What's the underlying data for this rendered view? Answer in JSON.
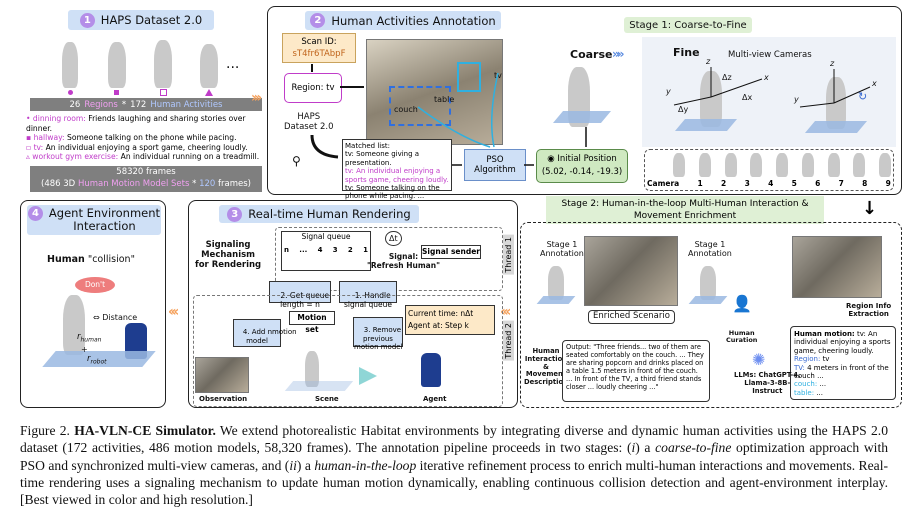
{
  "panel1": {
    "number": "1",
    "title": "HAPS Dataset 2.0",
    "ellipsis": "...",
    "regions_count": "26",
    "regions_label": "Regions",
    "times": "*",
    "activities_count": "172",
    "activities_label": "Human Activities",
    "items": [
      {
        "region": "dinning room:",
        "text": "Friends laughing and sharing stories over dinner.",
        "color": "#c03cc9"
      },
      {
        "region": "hallway:",
        "text": "Someone talking on the phone while pacing.",
        "color": "#c03cc9"
      },
      {
        "region": "tv:",
        "text": "An individual enjoying a sport game, cheering loudly.",
        "color": "#c03cc9"
      },
      {
        "region": "workout gym exercise:",
        "text": "An individual running on a treadmill.",
        "color": "#c03cc9"
      }
    ],
    "footer_line1": "58320 frames",
    "footer_line2_a": "(486 3D",
    "footer_line2_b": "Human Motion Model Sets",
    "footer_line2_c": "*",
    "footer_line2_d": "120",
    "footer_line2_e": "frames)"
  },
  "panel2": {
    "number": "2",
    "title": "Human Activities Annotation",
    "scan_id_label": "Scan ID:",
    "scan_id": "sT4fr6TAbpF",
    "region": "Region: tv",
    "haps": "HAPS\nDataset 2.0",
    "scene_labels": {
      "table": "table",
      "couch": "couch",
      "tv": "tv"
    },
    "matched_title": "Matched list:",
    "matched": [
      "tv: Someone giving a presentation.",
      "tv: An individual enjoying a sports game, cheering loudly.",
      "tv: Someone talking on the phone while pacing. ..."
    ],
    "pso": "PSO\nAlgorithm",
    "initial_label": "Initial Position",
    "initial_value": "(5.02, -0.14, -19.3)",
    "coarse": "Coarse",
    "stage1_title": "Stage 1: Coarse-to-Fine",
    "fine": "Fine",
    "multiview": "Multi-view Cameras",
    "axes": {
      "z": "z",
      "x": "x",
      "y": "y",
      "dz": "Δz",
      "dx": "Δx",
      "dy": "Δy"
    },
    "camera_label": "Camera",
    "cameras": [
      "1",
      "2",
      "3",
      "4",
      "5",
      "6",
      "7",
      "8",
      "9"
    ]
  },
  "stage2": {
    "title_line1": "Stage 2: Human-in-the-loop Multi-Human Interaction &",
    "title_line2": "Movement Enrichment",
    "stage1_ann": "Stage 1\nAnnotation",
    "enriched": "Enriched Scenario",
    "region_info": "Region Info\nExtraction",
    "human_curation": "Human\nCuration",
    "llms": "LLMs: ChatGPT-4,\nLlama-3-8B-\nInstruct",
    "hid": "Human\nInteraction\n&\nMovement\nDescription",
    "output_label": "Output:",
    "output_text": "\"Three friends... two of them are seated comfortably on the couch. ... They are sharing popcorn and drinks placed on a table 1.5 meters in front of the couch. ... In front of the TV, a third friend stands closer ... loudly cheering ...\"",
    "info_motion_label": "Human motion:",
    "info_motion_text": "tv: An individual enjoying a sports game, cheering loudly.",
    "info_region_label": "Region:",
    "info_region_text": "tv",
    "info_tv": "TV:",
    "info_tv_text": "4 meters in front of the couch ...",
    "info_couch": "couch:",
    "info_couch_text": "...",
    "info_table": "table:",
    "info_table_text": "..."
  },
  "panel3": {
    "number": "3",
    "title": "Real-time Human Rendering",
    "signaling": "Signaling\nMechanism\nfor Rendering",
    "signal_queue": "Signal queue",
    "queue_items": [
      "n",
      "...",
      "4",
      "3",
      "2",
      "1"
    ],
    "delta_t": "Δt",
    "signal_text": "Signal:\n\"Refresh Human\"",
    "signal_sender": "Signal sender",
    "thread1": "Thread 1",
    "thread2": "Thread 2",
    "get_queue": "2. Get queue\nlength = n",
    "handle": "1. Handle\nsignal queue",
    "current_time": "Current time: nΔt",
    "agent_at": "Agent at: Step k",
    "motion_set": "Motion set",
    "add_model": "4. Add n",
    "add_model_tail": "motion\nmodel",
    "remove": "3. Remove\nprevious\nmotion model",
    "observation": "Observation",
    "scene": "Scene",
    "agent": "Agent"
  },
  "panel4": {
    "number": "4",
    "title": "Agent Environment\nInteraction",
    "human": "Human",
    "collision": "\"collision\"",
    "dont": "Don't",
    "distance": "Distance",
    "r_human": "r",
    "r_human_sub": "human",
    "plus": "+",
    "r_robot": "r",
    "r_robot_sub": "robot"
  },
  "caption": {
    "fig": "Figure 2.",
    "bold": "HA-VLN-CE Simulator.",
    "t1": " We extend photorealistic Habitat environments by integrating diverse and dynamic human activities using the HAPS 2.0 dataset (172 activities, 486 motion models, 58,320 frames). The annotation pipeline proceeds in two stages: (",
    "i": "i",
    "t2": ") a ",
    "ctf": "coarse-to-fine",
    "t3": " optimization approach with PSO and synchronized multi-view cameras, and (",
    "ii": "ii",
    "t4": ") a ",
    "hitl": "human-in-the-loop",
    "t5": " iterative refinement process to enrich multi-human interactions and movements. Real-time rendering uses a signaling mechanism to update human motion dynamically, enabling continuous collision detection and agent-environment interplay. [Best viewed in color and high resolution.]"
  },
  "colors": {
    "accent_purple": "#b48ee8",
    "header_blue": "#cfe0f6",
    "orange": "#f5a15c",
    "magenta": "#c03cc9",
    "blue_text": "#3a6bd1"
  }
}
